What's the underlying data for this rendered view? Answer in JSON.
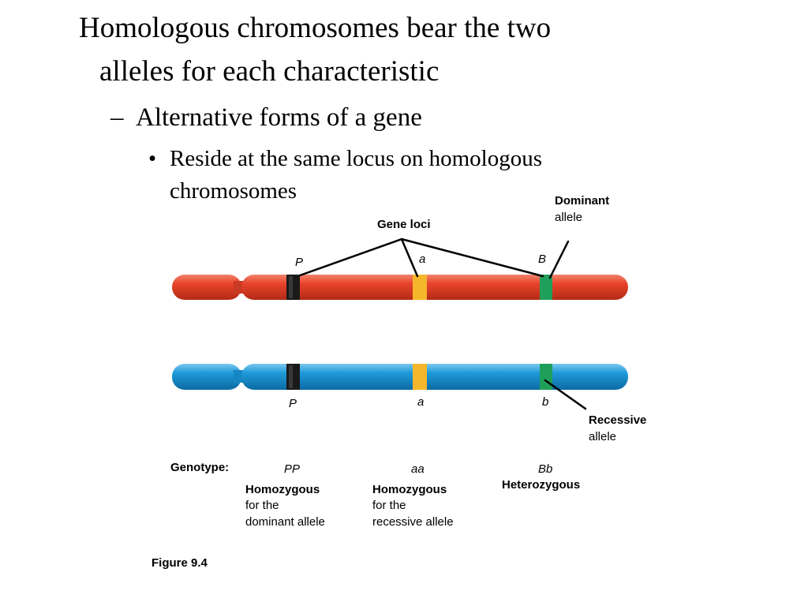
{
  "slide": {
    "heading_line1": "Homologous chromosomes bear the two",
    "heading_line2": "alleles for each characteristic",
    "sub_bullet_marker": "–",
    "sub_bullet": "Alternative forms of a gene",
    "bullet_marker": "•",
    "bullet_line1": "Reside at the same locus on homologous",
    "bullet_line2": "chromosomes"
  },
  "figure": {
    "gene_loci_label": "Gene loci",
    "dominant_label_bold": "Dominant",
    "dominant_label_rest": "allele",
    "recessive_label_bold": "Recessive",
    "recessive_label_rest": "allele",
    "top_chromosome_alleles": [
      "P",
      "a",
      "B"
    ],
    "bottom_chromosome_alleles": [
      "P",
      "a",
      "b"
    ],
    "genotype_label": "Genotype:",
    "genotypes": [
      {
        "symbol": "PP",
        "line1": "Homozygous",
        "line2": "for the",
        "line3": "dominant allele"
      },
      {
        "symbol": "aa",
        "line1": "Homozygous",
        "line2": "for the",
        "line3": "recessive allele"
      },
      {
        "symbol": "Bb",
        "line1": "Heterozygous"
      }
    ],
    "caption": "Figure 9.4",
    "colors": {
      "top_chromosome": "#e8442b",
      "bottom_chromosome": "#1e9ad8",
      "locus_P": "#1a1a1a",
      "locus_a": "#f6b62c",
      "locus_B": "#1fa05a"
    }
  }
}
